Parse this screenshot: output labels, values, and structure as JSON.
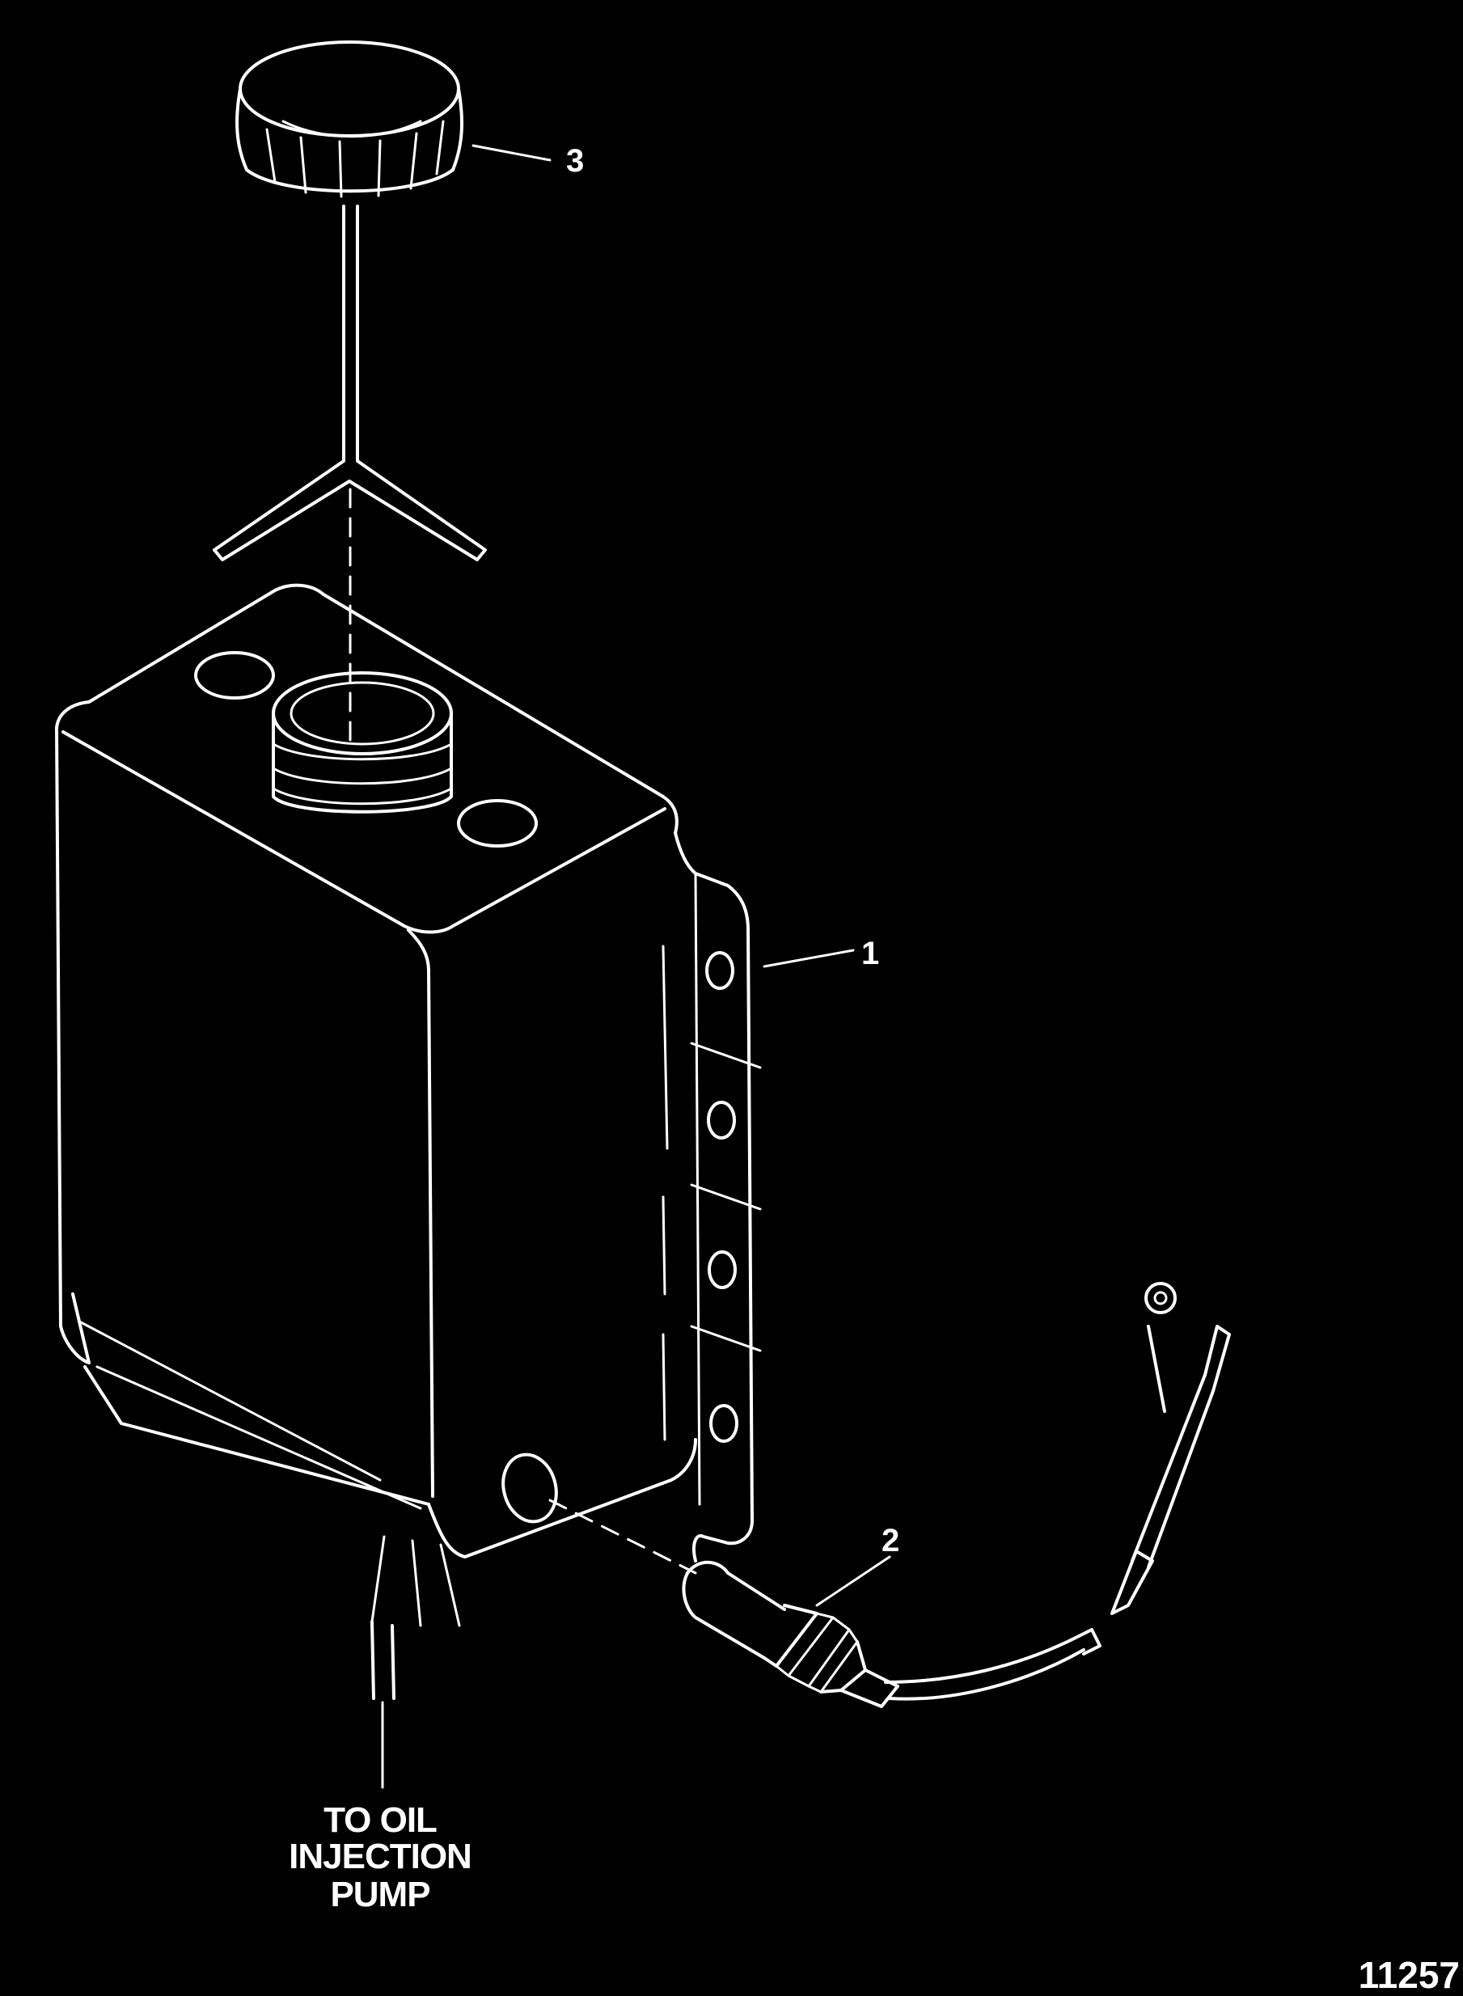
{
  "diagram": {
    "callouts": {
      "cap": "3",
      "tank": "1",
      "sensor": "2"
    },
    "outlet_label": {
      "line1": "TO OIL",
      "line2": "INJECTION",
      "line3": "PUMP"
    },
    "figure_number": "11257"
  },
  "colors": {
    "background": "#000000",
    "line": "#ffffff"
  }
}
